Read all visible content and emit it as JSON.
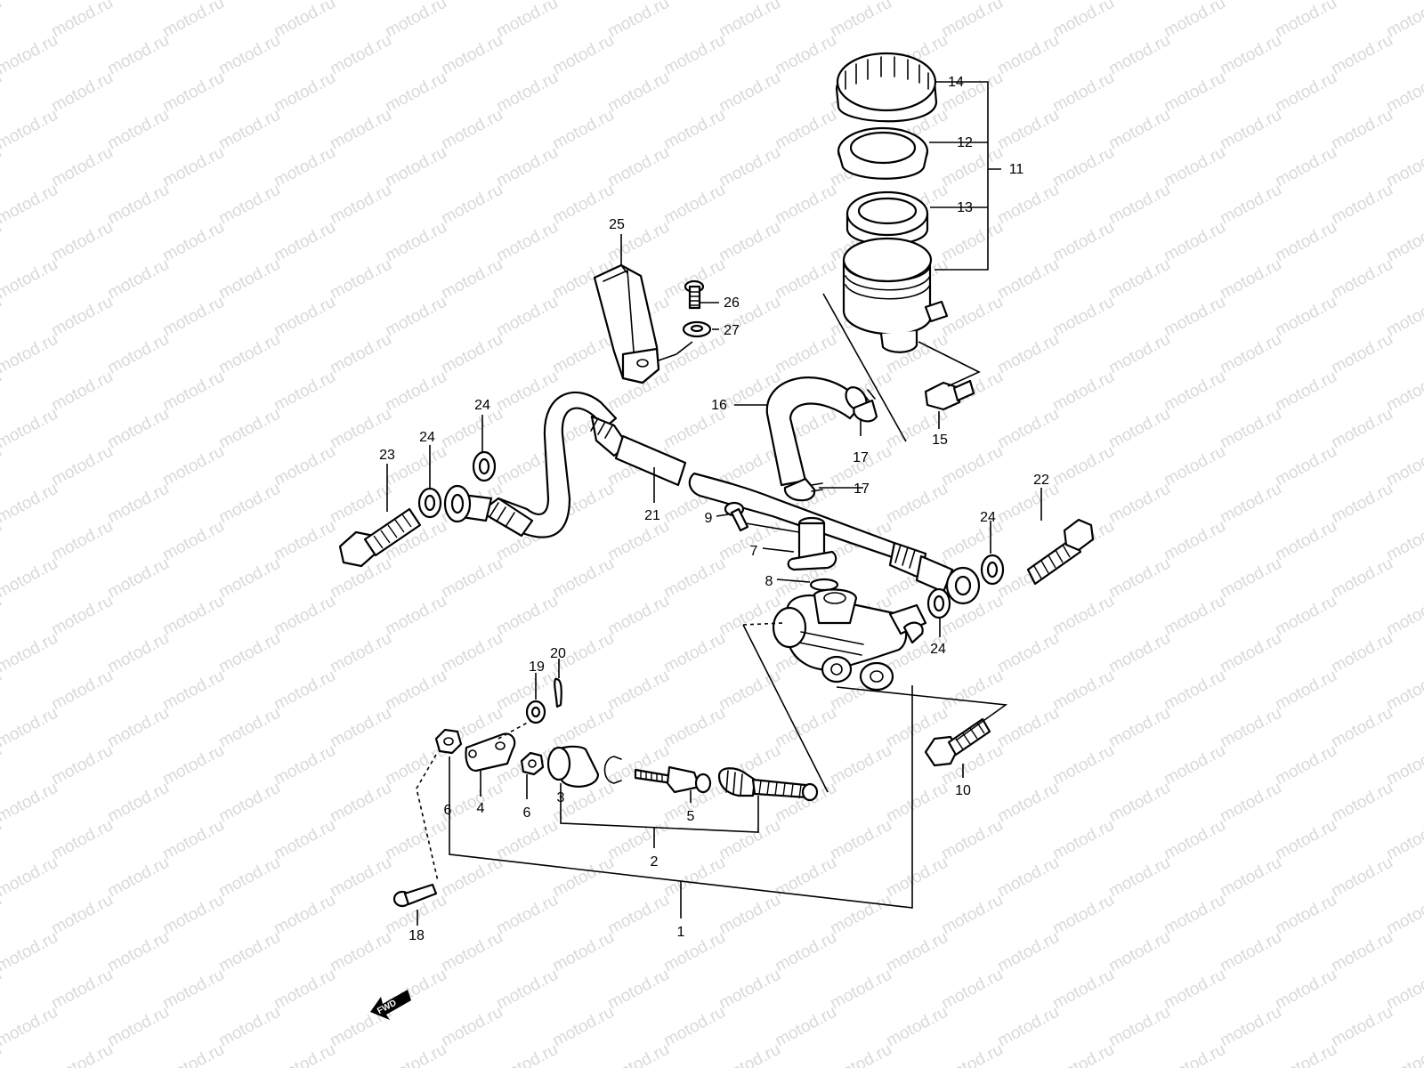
{
  "watermark": "motod.ru",
  "fwd_label": "FWD",
  "parts": [
    {
      "id": "p1",
      "number": "1"
    },
    {
      "id": "p2",
      "number": "2"
    },
    {
      "id": "p3",
      "number": "3"
    },
    {
      "id": "p4",
      "number": "4"
    },
    {
      "id": "p5",
      "number": "5"
    },
    {
      "id": "p6a",
      "number": "6"
    },
    {
      "id": "p6b",
      "number": "6"
    },
    {
      "id": "p7",
      "number": "7"
    },
    {
      "id": "p8",
      "number": "8"
    },
    {
      "id": "p9",
      "number": "9"
    },
    {
      "id": "p10",
      "number": "10"
    },
    {
      "id": "p11",
      "number": "11"
    },
    {
      "id": "p12",
      "number": "12"
    },
    {
      "id": "p13",
      "number": "13"
    },
    {
      "id": "p14",
      "number": "14"
    },
    {
      "id": "p15",
      "number": "15"
    },
    {
      "id": "p16",
      "number": "16"
    },
    {
      "id": "p17a",
      "number": "17"
    },
    {
      "id": "p17b",
      "number": "17"
    },
    {
      "id": "p18",
      "number": "18"
    },
    {
      "id": "p19",
      "number": "19"
    },
    {
      "id": "p20",
      "number": "20"
    },
    {
      "id": "p21",
      "number": "21"
    },
    {
      "id": "p22",
      "number": "22"
    },
    {
      "id": "p23",
      "number": "23"
    },
    {
      "id": "p24a",
      "number": "24"
    },
    {
      "id": "p24b",
      "number": "24"
    },
    {
      "id": "p24c",
      "number": "24"
    },
    {
      "id": "p24d",
      "number": "24"
    },
    {
      "id": "p25",
      "number": "25"
    },
    {
      "id": "p26",
      "number": "26"
    },
    {
      "id": "p27",
      "number": "27"
    }
  ]
}
